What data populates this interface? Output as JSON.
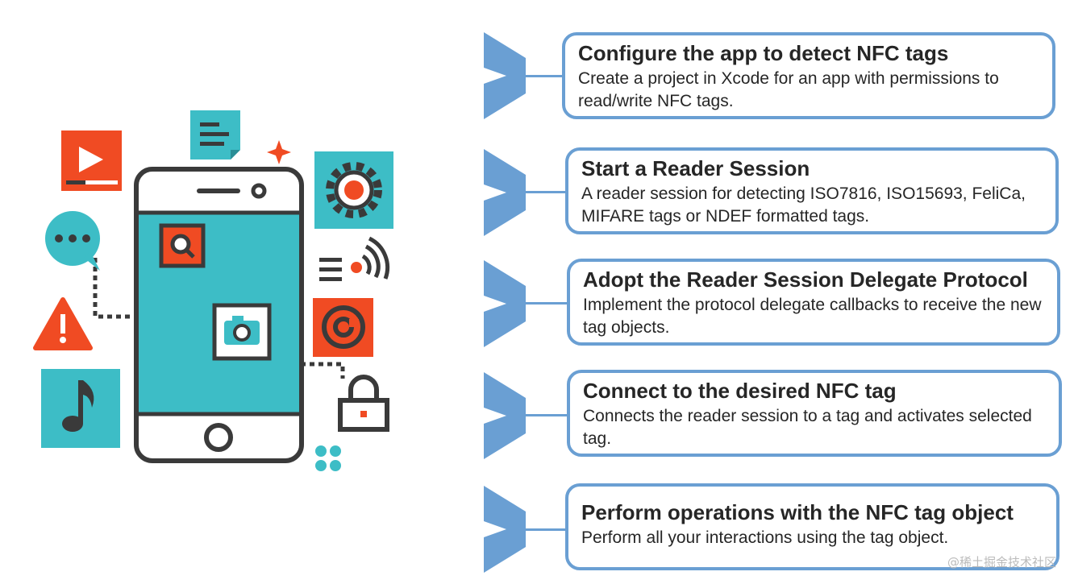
{
  "colors": {
    "accent_blue": "#6a9fd3",
    "teal": "#3dbdc6",
    "orange_red": "#f04b23",
    "dark": "#3a3a3a"
  },
  "icons": [
    "video-play-icon",
    "document-icon",
    "sparkle-icon",
    "gear-icon",
    "chat-bubble-icon",
    "wireless-signal-icon",
    "search-icon",
    "camera-icon",
    "warning-icon",
    "at-sign-icon",
    "music-note-icon",
    "padlock-icon",
    "grid-dots-icon",
    "smartphone-icon"
  ],
  "steps": [
    {
      "title": "Configure the app to detect NFC tags",
      "description": "Create a project in Xcode for an app with permissions to read/write NFC tags."
    },
    {
      "title": "Start a Reader Session",
      "description": "A reader session for detecting ISO7816, ISO15693, FeliCa, MIFARE tags or NDEF formatted tags."
    },
    {
      "title": "Adopt the Reader Session Delegate Protocol",
      "description": "Implement the protocol delegate callbacks to receive the new tag objects."
    },
    {
      "title": "Connect to the desired NFC tag",
      "description": "Connects the reader session to a tag and activates selected tag."
    },
    {
      "title": "Perform operations with the NFC tag object",
      "description": "Perform all your interactions using the tag object."
    }
  ],
  "watermark": "@稀土掘金技术社区"
}
